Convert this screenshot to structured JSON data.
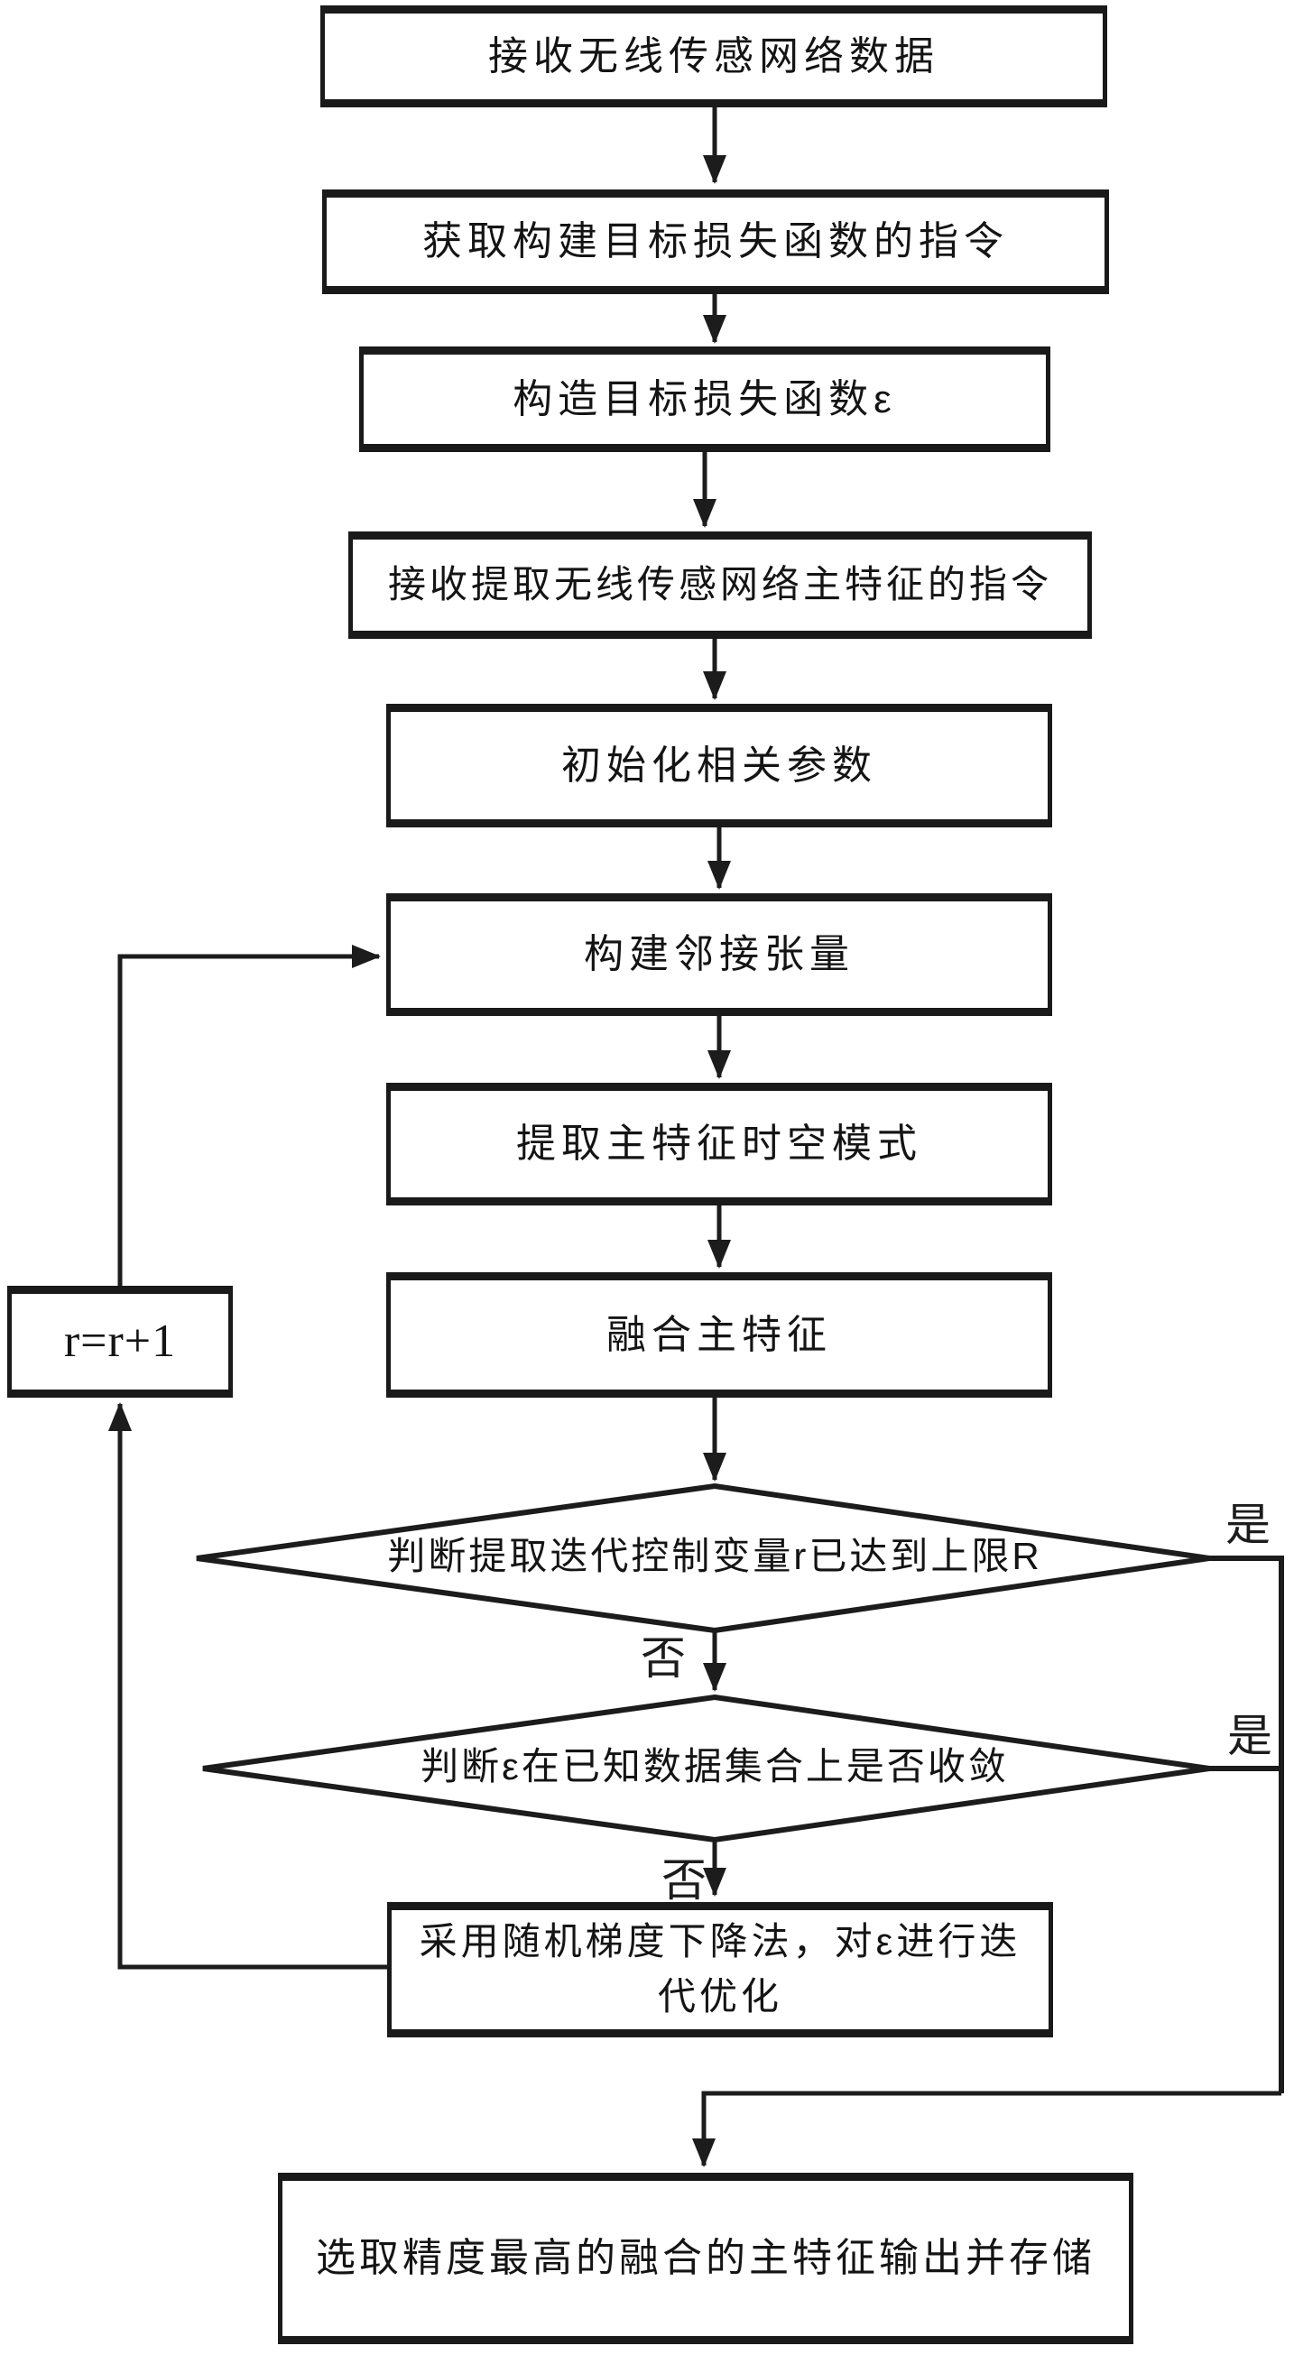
{
  "diagram": {
    "type": "flowchart",
    "language": "zh-CN",
    "topic": "无线传感网络主特征提取与融合流程"
  },
  "boxes": {
    "receive_data": "接收无线传感网络数据",
    "get_loss_instruction": "获取构建目标损失函数的指令",
    "construct_loss": "构造目标损失函数ε",
    "receive_extract_instruction": "接收提取无线传感网络主特征的指令",
    "init_params": "初始化相关参数",
    "build_adjacency_tensor": "构建邻接张量",
    "extract_spatiotemporal": "提取主特征时空模式",
    "fuse_features": "融合主特征",
    "increment_iteration": "r=r+1",
    "sgd_optimize": "采用随机梯度下降法，对ε进行迭代优化",
    "output_store": "选取精度最高的融合的主特征输出并存储"
  },
  "decisions": {
    "iteration_limit": "判断提取迭代控制变量r已达到上限R",
    "convergence": "判断ε在已知数据集合上是否收敛"
  },
  "branch_labels": {
    "yes": "是",
    "no": "否"
  },
  "colors": {
    "line": "#1c1c1c",
    "box_border": "#1a1a1a",
    "background": "#ffffff",
    "text": "#141414"
  }
}
